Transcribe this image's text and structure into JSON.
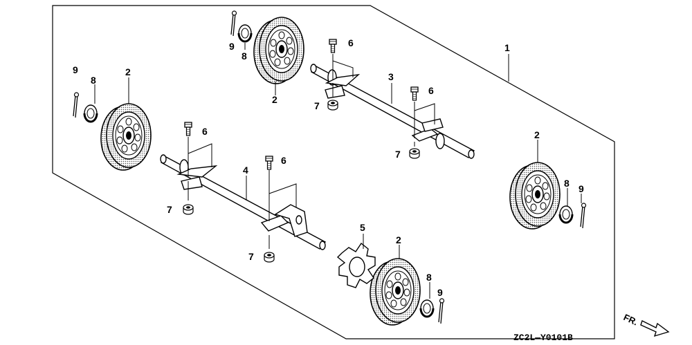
{
  "diagram": {
    "callouts": [
      {
        "id": "c1",
        "text": "1"
      },
      {
        "id": "c2a",
        "text": "2"
      },
      {
        "id": "c2b",
        "text": "2"
      },
      {
        "id": "c2c",
        "text": "2"
      },
      {
        "id": "c2d",
        "text": "2"
      },
      {
        "id": "c3",
        "text": "3"
      },
      {
        "id": "c4",
        "text": "4"
      },
      {
        "id": "c5",
        "text": "5"
      },
      {
        "id": "c6a",
        "text": "6"
      },
      {
        "id": "c6b",
        "text": "6"
      },
      {
        "id": "c6c",
        "text": "6"
      },
      {
        "id": "c6d",
        "text": "6"
      },
      {
        "id": "c7a",
        "text": "7"
      },
      {
        "id": "c7b",
        "text": "7"
      },
      {
        "id": "c7c",
        "text": "7"
      },
      {
        "id": "c7d",
        "text": "7"
      },
      {
        "id": "c8a",
        "text": "8"
      },
      {
        "id": "c8b",
        "text": "8"
      },
      {
        "id": "c8c",
        "text": "8"
      },
      {
        "id": "c8d",
        "text": "8"
      },
      {
        "id": "c9a",
        "text": "9"
      },
      {
        "id": "c9b",
        "text": "9"
      },
      {
        "id": "c9c",
        "text": "9"
      },
      {
        "id": "c9d",
        "text": "9"
      }
    ],
    "drawing_code": "ZC2L—Y0101B",
    "front_marker": "FR."
  }
}
